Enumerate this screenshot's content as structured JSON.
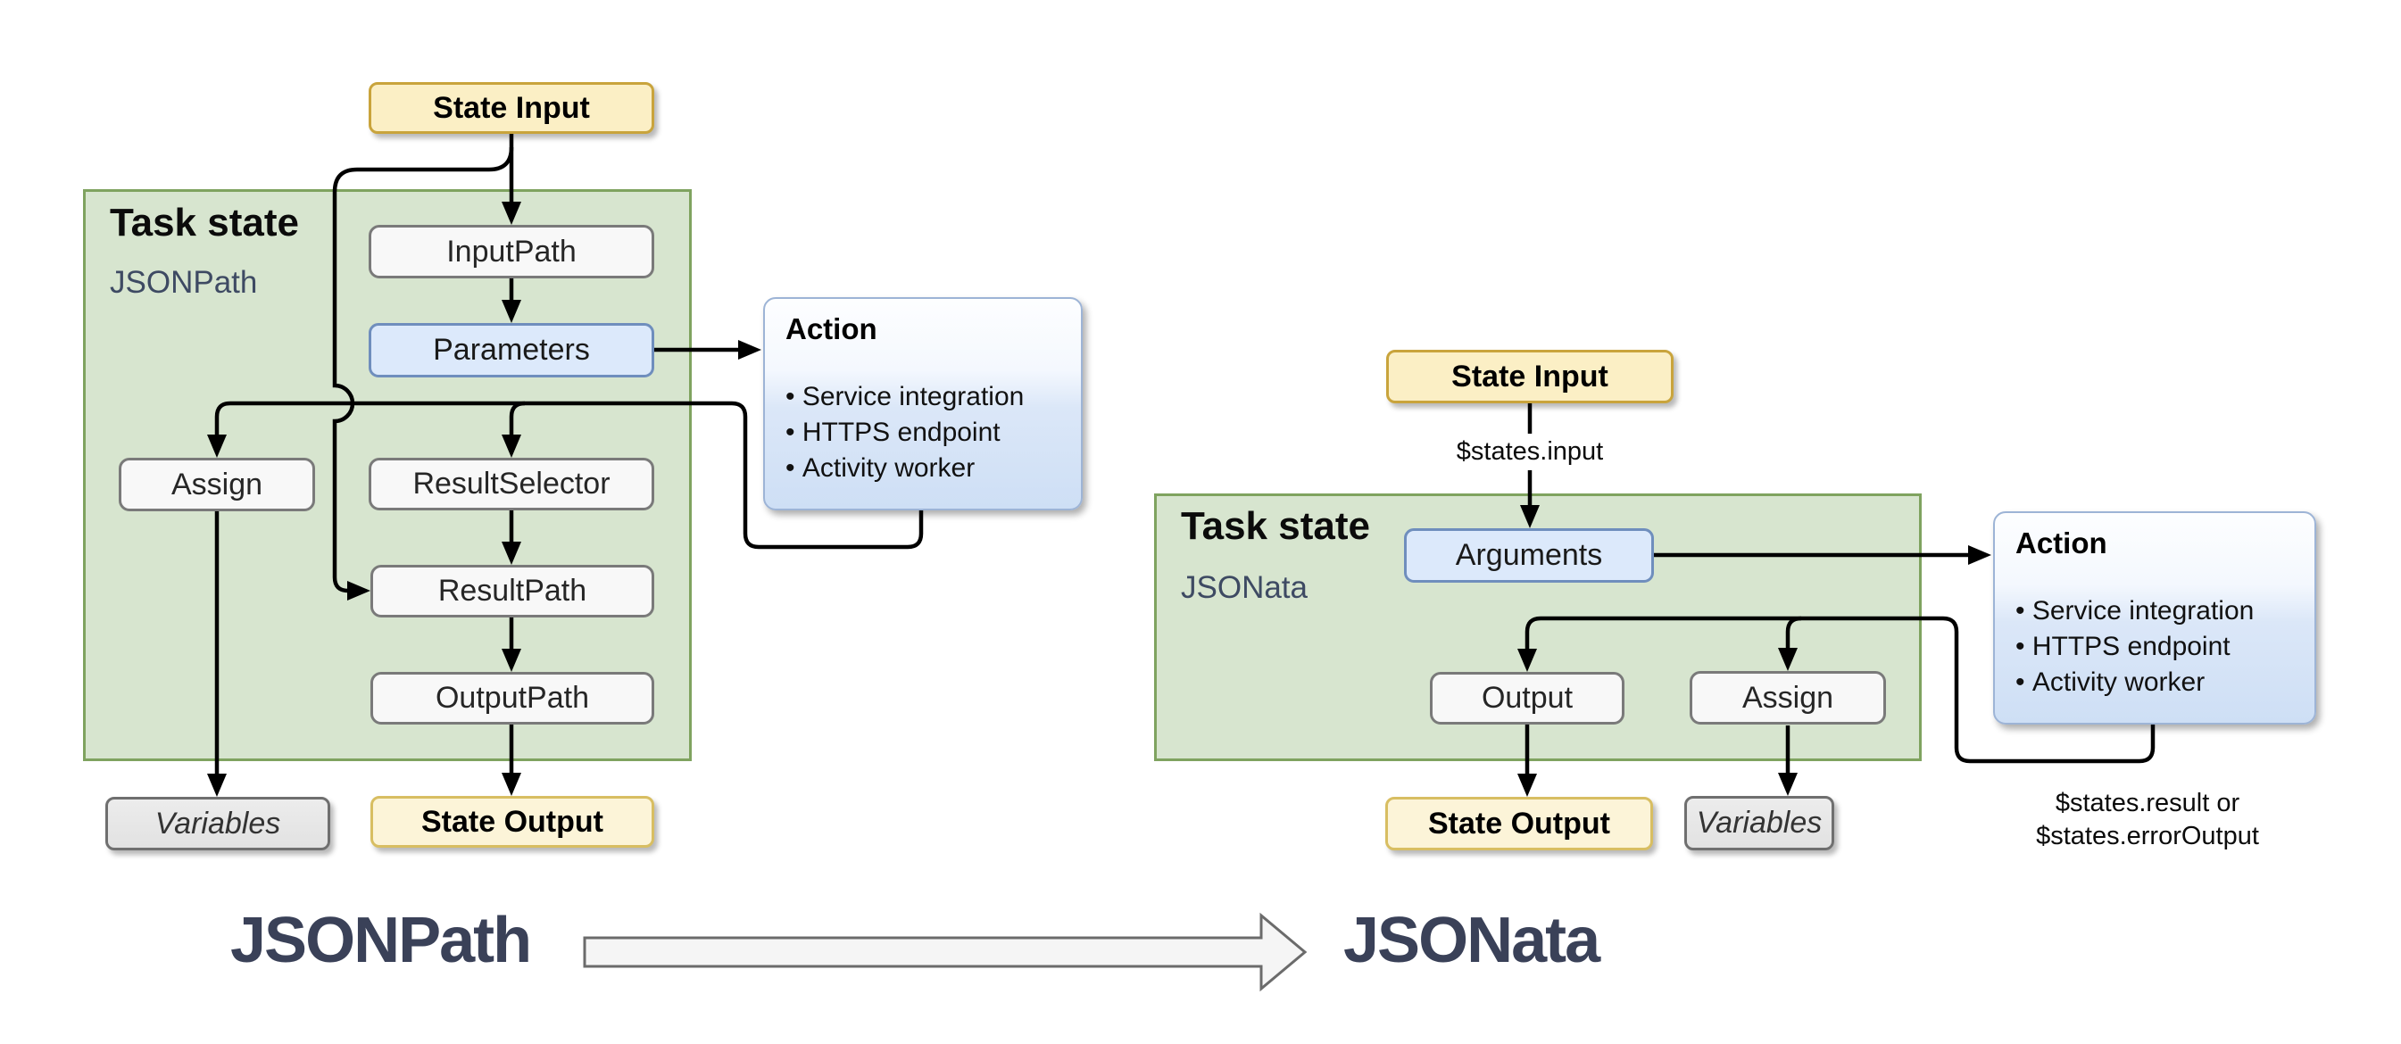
{
  "diagram_left": {
    "state_input": "State Input",
    "task_state_title": "Task state",
    "task_state_subtitle": "JSONPath",
    "nodes": {
      "input_path": "InputPath",
      "parameters": "Parameters",
      "assign": "Assign",
      "result_selector": "ResultSelector",
      "result_path": "ResultPath",
      "output_path": "OutputPath"
    },
    "variables": "Variables",
    "state_output": "State Output",
    "action": {
      "title": "Action",
      "items": [
        "Service integration",
        "HTTPS endpoint",
        "Activity worker"
      ]
    }
  },
  "diagram_right": {
    "state_input": "State Input",
    "input_edge_label": "$states.input",
    "task_state_title": "Task state",
    "task_state_subtitle": "JSONata",
    "nodes": {
      "arguments": "Arguments",
      "output": "Output",
      "assign": "Assign"
    },
    "state_output": "State Output",
    "variables": "Variables",
    "action": {
      "title": "Action",
      "items": [
        "Service integration",
        "HTTPS endpoint",
        "Activity worker"
      ]
    },
    "result_edge_label_line1": "$states.result or",
    "result_edge_label_line2": "$states.errorOutput"
  },
  "footer": {
    "left_label": "JSONPath",
    "right_label": "JSONata"
  },
  "colors": {
    "green_fill": "#D7E5CF",
    "green_border": "#7FA35F",
    "yellow_input_fill": "#FBEFC5",
    "yellow_input_border": "#C9A43C",
    "yellow_output_fill": "#FCF4D8",
    "yellow_output_border": "#D8BE62",
    "blue_fill": "#DCE9FB",
    "blue_border": "#6F8EBD",
    "node_fill": "#F8F8F8",
    "node_border": "#7A7A7A",
    "gray_fill": "#E7E7E7",
    "action_border": "#9DB4D6",
    "footer_text": "#3A4158",
    "connector": "#000000"
  }
}
